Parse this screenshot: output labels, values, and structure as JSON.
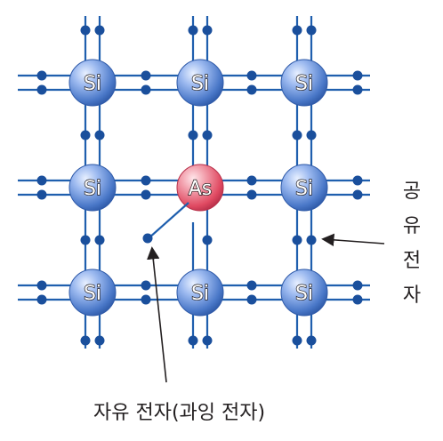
{
  "lattice": {
    "rows": [
      [
        "Si",
        "Si",
        "Si"
      ],
      [
        "Si",
        "As",
        "Si"
      ],
      [
        "Si",
        "Si",
        "Si"
      ]
    ],
    "colors": {
      "bond": "#1f5fae",
      "electron": "#1a4f9c",
      "si_atom": "#5d8ad6",
      "as_atom": "#e6546b",
      "text": "#231f20"
    }
  },
  "labels": {
    "free_electron": "자유 전자(과잉 전자)",
    "covalent_electron": [
      "공",
      "유",
      "전",
      "자"
    ]
  }
}
